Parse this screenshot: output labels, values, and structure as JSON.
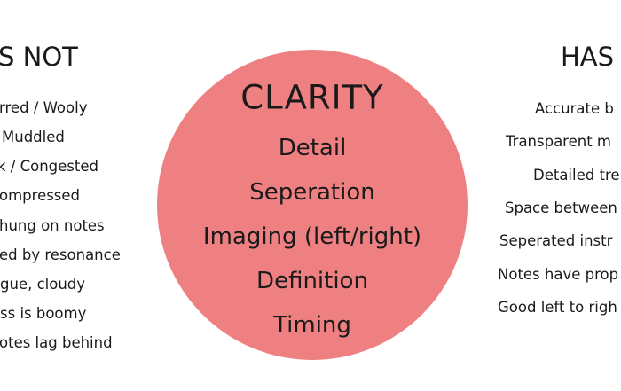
{
  "left": {
    "title": "S NOT",
    "items": [
      "rred / Wooly",
      "Muddled",
      "k / Congested",
      "ompressed",
      "hung on notes",
      "ed by resonance",
      "gue, cloudy",
      "ss is boomy",
      "otes lag behind"
    ]
  },
  "right": {
    "title": "HAS",
    "items": [
      "Accurate b",
      "Transparent m",
      "Detailed tre",
      "Space between",
      "Seperated instr",
      "Notes have prop",
      "Good left to righ"
    ]
  },
  "center": {
    "title": "CLARITY",
    "items": [
      "Detail",
      "Seperation",
      "Imaging (left/right)",
      "Definition",
      "Timing"
    ],
    "color": "#ef8082"
  }
}
